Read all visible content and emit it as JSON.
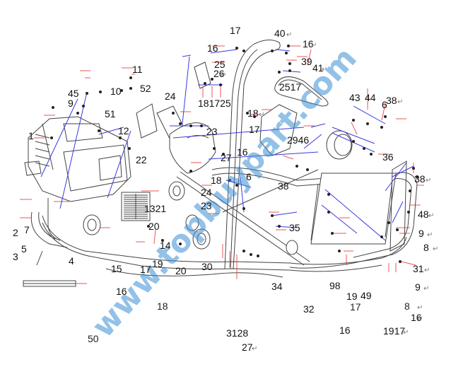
{
  "diagram": {
    "type": "exploded-parts-diagram",
    "subject": "frame / tube assembly with radiator, air box and fasteners",
    "watermark": "www.topbuypart.com",
    "colors": {
      "leader_line": "#e83a3a",
      "assembly_axis": "#3a3ae0",
      "part_outline": "#444444",
      "watermark": "#3b8fd4"
    },
    "callouts": [
      {
        "id": "c1",
        "text": "17"
      },
      {
        "id": "c2",
        "text": "40"
      },
      {
        "id": "c3",
        "text": "16"
      },
      {
        "id": "c4",
        "text": "16"
      },
      {
        "id": "c5",
        "text": "39"
      },
      {
        "id": "c6",
        "text": "41"
      },
      {
        "id": "c7",
        "text": "25"
      },
      {
        "id": "c8",
        "text": "26"
      },
      {
        "id": "c9",
        "text": "11"
      },
      {
        "id": "c10",
        "text": "45"
      },
      {
        "id": "c11",
        "text": "10"
      },
      {
        "id": "c12",
        "text": "52"
      },
      {
        "id": "c13",
        "text": "9"
      },
      {
        "id": "c14",
        "text": "51"
      },
      {
        "id": "c15",
        "text": "24"
      },
      {
        "id": "c16",
        "text": "181725"
      },
      {
        "id": "c17",
        "text": "2517"
      },
      {
        "id": "c18",
        "text": "43"
      },
      {
        "id": "c19",
        "text": "44"
      },
      {
        "id": "c20",
        "text": "38"
      },
      {
        "id": "c21",
        "text": "6"
      },
      {
        "id": "c22",
        "text": "18"
      },
      {
        "id": "c23",
        "text": "1"
      },
      {
        "id": "c24",
        "text": "12"
      },
      {
        "id": "c25",
        "text": "17"
      },
      {
        "id": "c26",
        "text": "23"
      },
      {
        "id": "c27",
        "text": "2946"
      },
      {
        "id": "c28",
        "text": "36"
      },
      {
        "id": "c29",
        "text": "27"
      },
      {
        "id": "c30",
        "text": "16"
      },
      {
        "id": "c31",
        "text": "22"
      },
      {
        "id": "c32",
        "text": "6"
      },
      {
        "id": "c33",
        "text": "18"
      },
      {
        "id": "c34",
        "text": "38"
      },
      {
        "id": "c35",
        "text": "38"
      },
      {
        "id": "c36",
        "text": "24"
      },
      {
        "id": "c37",
        "text": "23"
      },
      {
        "id": "c38",
        "text": "1321"
      },
      {
        "id": "c39",
        "text": "48"
      },
      {
        "id": "c40",
        "text": "2"
      },
      {
        "id": "c41",
        "text": "7"
      },
      {
        "id": "c42",
        "text": "20"
      },
      {
        "id": "c43",
        "text": "35"
      },
      {
        "id": "c44",
        "text": "9"
      },
      {
        "id": "c45",
        "text": "5"
      },
      {
        "id": "c46",
        "text": "14"
      },
      {
        "id": "c47",
        "text": "8"
      },
      {
        "id": "c48",
        "text": "3"
      },
      {
        "id": "c49",
        "text": "4"
      },
      {
        "id": "c50",
        "text": "19"
      },
      {
        "id": "c51",
        "text": "15"
      },
      {
        "id": "c52",
        "text": "17"
      },
      {
        "id": "c53",
        "text": "20"
      },
      {
        "id": "c54",
        "text": "30"
      },
      {
        "id": "c55",
        "text": "31"
      },
      {
        "id": "c56",
        "text": "34"
      },
      {
        "id": "c57",
        "text": "98"
      },
      {
        "id": "c58",
        "text": "9"
      },
      {
        "id": "c59",
        "text": "16"
      },
      {
        "id": "c60",
        "text": "19"
      },
      {
        "id": "c61",
        "text": "49"
      },
      {
        "id": "c62",
        "text": "18"
      },
      {
        "id": "c63",
        "text": "32"
      },
      {
        "id": "c64",
        "text": "17"
      },
      {
        "id": "c65",
        "text": "8"
      },
      {
        "id": "c66",
        "text": "16"
      },
      {
        "id": "c67",
        "text": "50"
      },
      {
        "id": "c68",
        "text": "3128"
      },
      {
        "id": "c69",
        "text": "16"
      },
      {
        "id": "c70",
        "text": "1917"
      },
      {
        "id": "c71",
        "text": "27"
      }
    ],
    "return_mark": "↵"
  }
}
